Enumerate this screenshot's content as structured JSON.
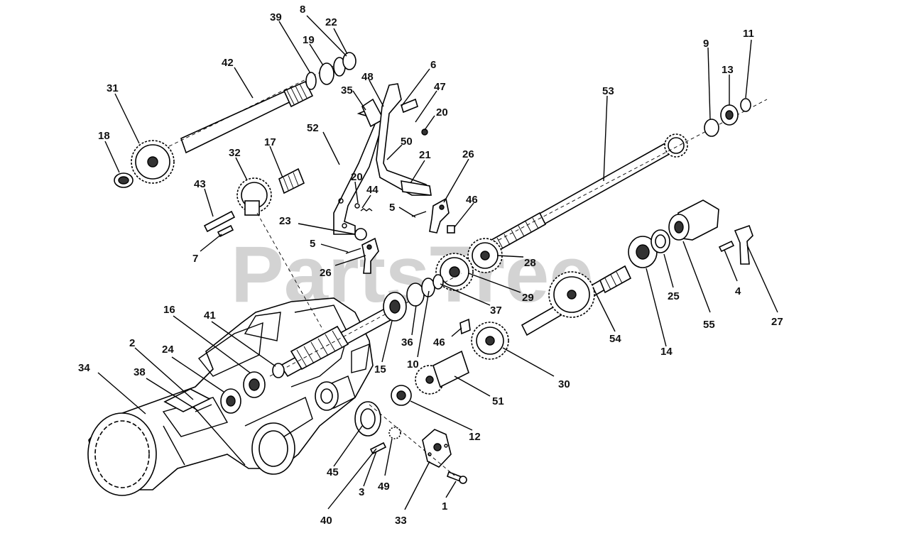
{
  "watermark": "PartsTree",
  "callouts": {
    "n1": "1",
    "n2": "2",
    "n3": "3",
    "n4": "4",
    "n5a": "5",
    "n5b": "5",
    "n6": "6",
    "n7": "7",
    "n8": "8",
    "n9": "9",
    "n10": "10",
    "n11": "11",
    "n12": "12",
    "n13": "13",
    "n14": "14",
    "n15": "15",
    "n16": "16",
    "n17": "17",
    "n18": "18",
    "n19": "19",
    "n20a": "20",
    "n20b": "20",
    "n21": "21",
    "n22": "22",
    "n23": "23",
    "n24": "24",
    "n25": "25",
    "n26a": "26",
    "n26b": "26",
    "n27": "27",
    "n28": "28",
    "n29": "29",
    "n30": "30",
    "n31": "31",
    "n32": "32",
    "n33": "33",
    "n34": "34",
    "n35": "35",
    "n36": "36",
    "n37": "37",
    "n38": "38",
    "n39": "39",
    "n40": "40",
    "n41": "41",
    "n42": "42",
    "n43": "43",
    "n44": "44",
    "n45": "45",
    "n46a": "46",
    "n46b": "46",
    "n47": "47",
    "n48": "48",
    "n49": "49",
    "n50": "50",
    "n51": "51",
    "n52": "52",
    "n53": "53",
    "n54": "54",
    "n55": "55"
  }
}
